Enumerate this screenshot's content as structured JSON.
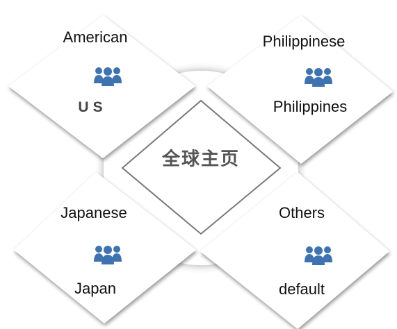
{
  "center": {
    "title": "全球主页"
  },
  "regions": {
    "top_left": {
      "language": "American",
      "code": "US",
      "icon": "people-group-icon"
    },
    "top_right": {
      "language": "Philippinese",
      "code": "Philippines",
      "icon": "people-group-icon"
    },
    "bottom_left": {
      "language": "Japanese",
      "code": "Japan",
      "icon": "people-group-icon"
    },
    "bottom_right": {
      "language": "Others",
      "code": "default",
      "icon": "people-group-icon"
    }
  },
  "colors": {
    "icon": "#3f73b0",
    "center_border": "#777777",
    "shadow": "#9a9a9a"
  }
}
